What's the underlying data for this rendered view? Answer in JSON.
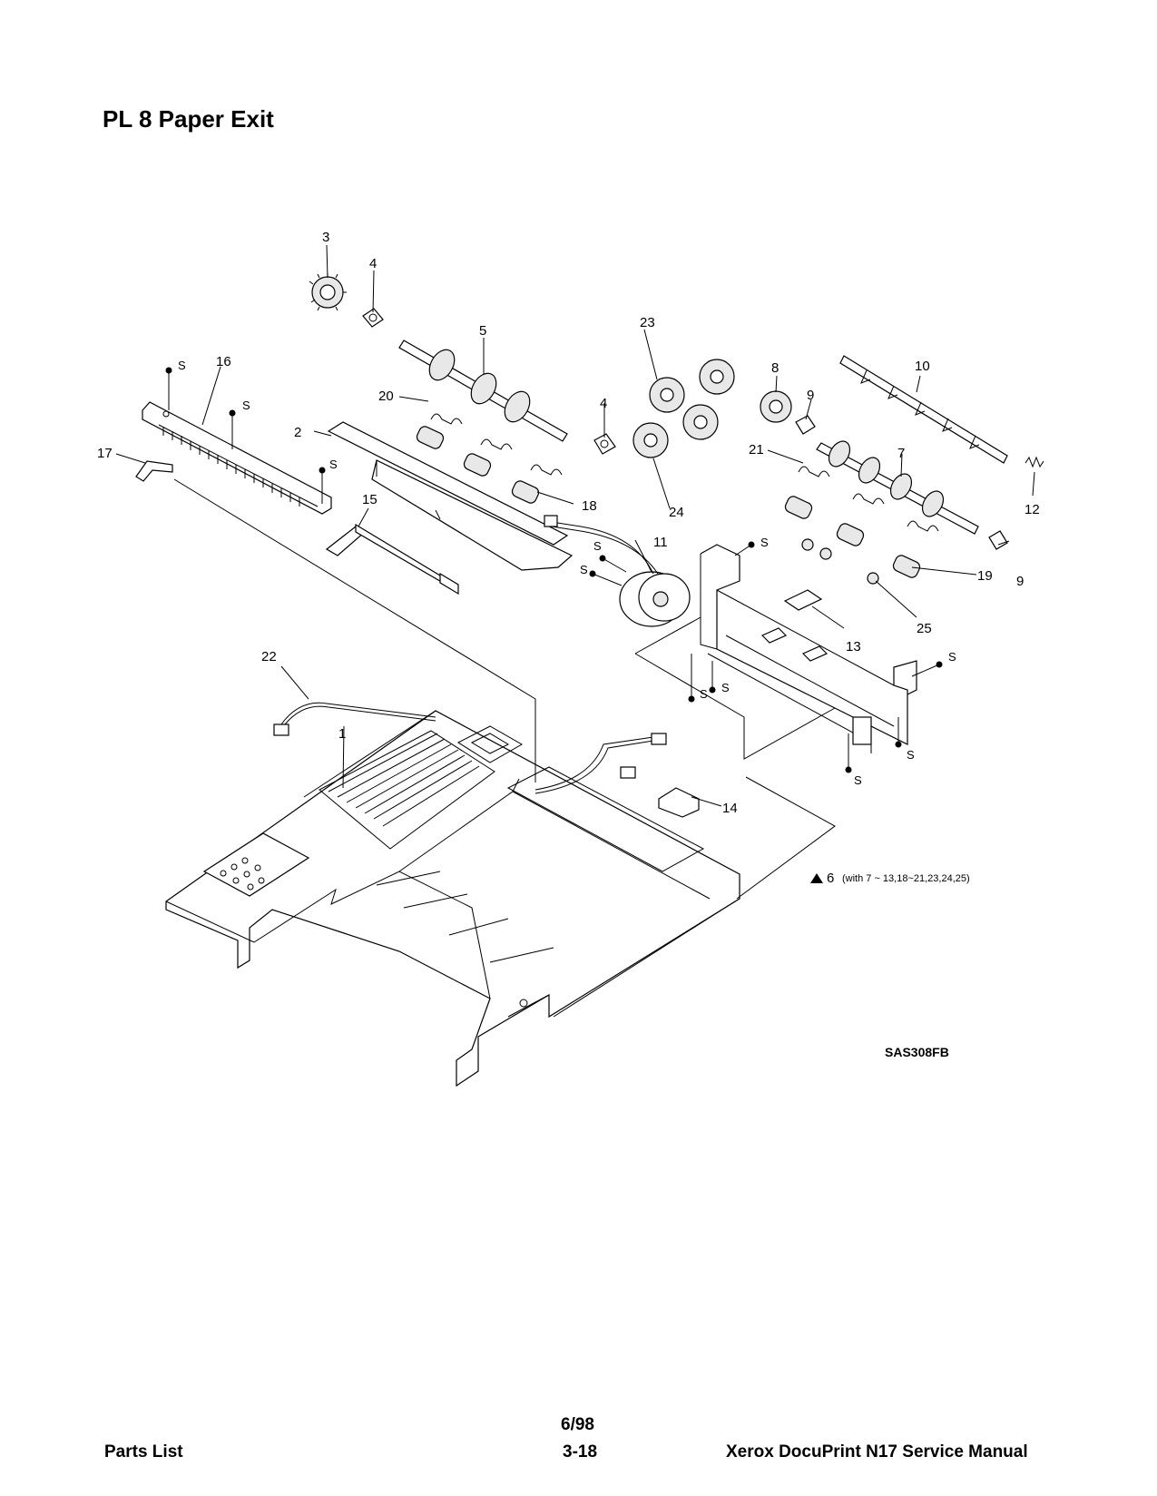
{
  "page": {
    "title": "PL 8 Paper Exit",
    "figure_code": "SAS308FB",
    "kit_note_number": "6",
    "kit_note_text": "(with 7 ~ 13,18~21,23,24,25)",
    "screw_label": "S"
  },
  "callouts": [
    "1",
    "2",
    "3",
    "4",
    "4",
    "5",
    "7",
    "8",
    "9",
    "9",
    "10",
    "11",
    "12",
    "13",
    "14",
    "15",
    "16",
    "17",
    "18",
    "19",
    "20",
    "21",
    "22",
    "23",
    "24",
    "25"
  ],
  "footer": {
    "left": "Parts List",
    "date": "6/98",
    "page": "3-18",
    "right": "Xerox DocuPrint N17 Service Manual"
  }
}
